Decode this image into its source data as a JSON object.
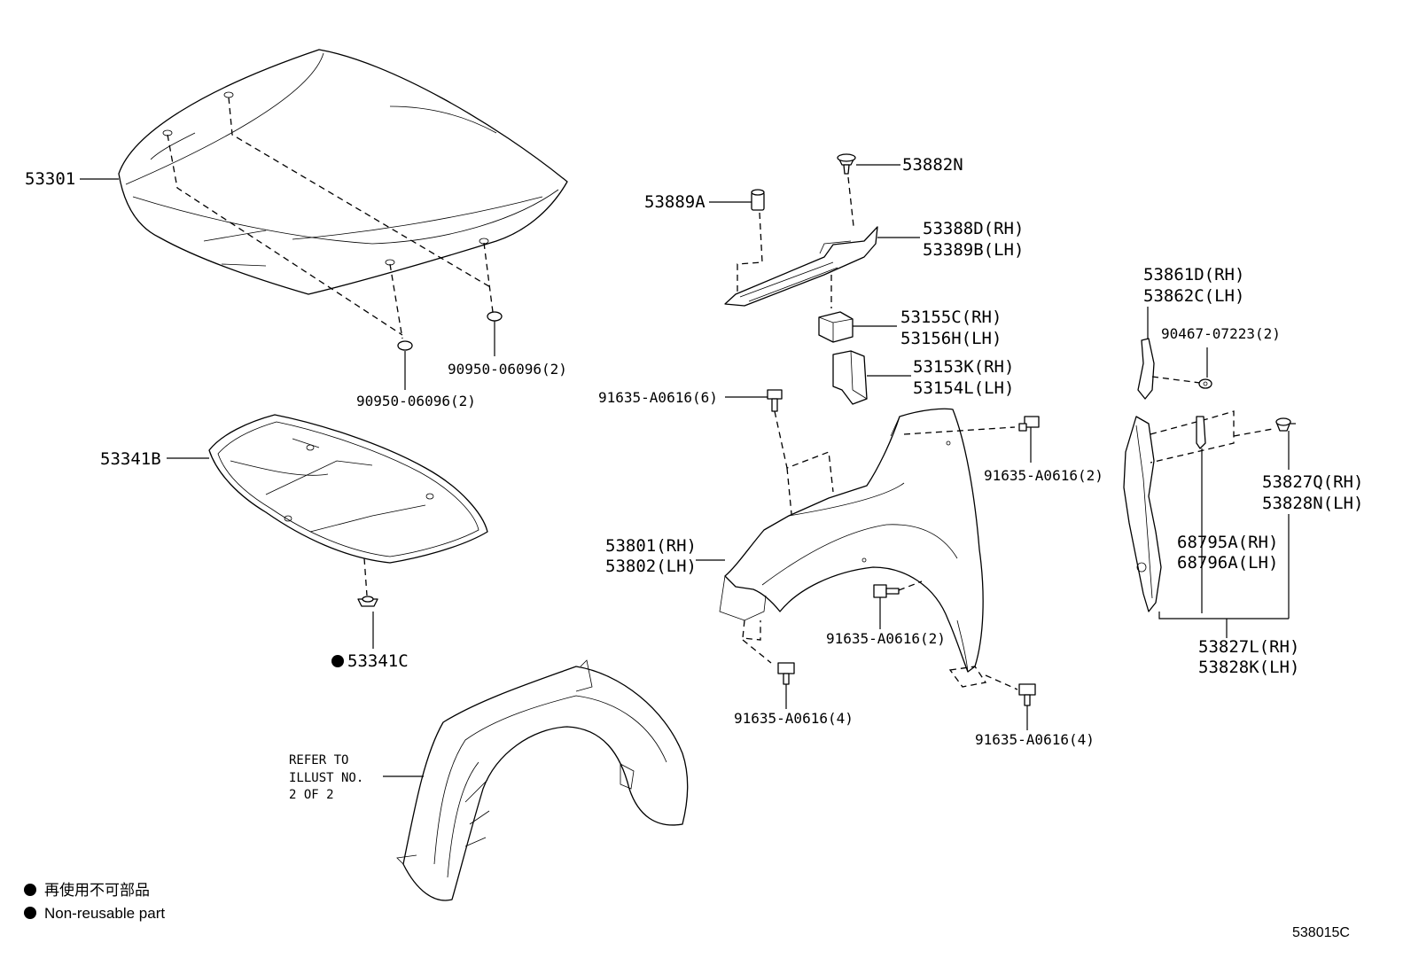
{
  "diagram": {
    "callouts": {
      "hood": "53301",
      "hood_cushion_right": "90950-06096(2)",
      "hood_cushion_left": "90950-06096(2)",
      "insulator": "53341B",
      "insulator_clip": "53341C",
      "cowl_clip": "53882N",
      "cushion": "53889A",
      "cowl_seal_rh": "53388D(RH)",
      "cowl_seal_lh": "53389B(LH)",
      "seal_a_rh": "53155C(RH)",
      "seal_a_lh": "53156H(LH)",
      "seal_b_rh": "53153K(RH)",
      "seal_b_lh": "53154L(LH)",
      "bolt_top": "91635-A0616(6)",
      "bolt_right": "91635-A0616(2)",
      "fender_rh": "53801(RH)",
      "fender_lh": "53802(LH)",
      "bolt_arch": "91635-A0616(2)",
      "bolt_front": "91635-A0616(4)",
      "bolt_rear": "91635-A0616(4)",
      "bracket_rh": "53861D(RH)",
      "bracket_lh": "53862C(LH)",
      "nut": "90467-07223(2)",
      "seal_c_rh": "53827Q(RH)",
      "seal_c_lh": "53828N(LH)",
      "protector_rh": "68795A(RH)",
      "protector_lh": "68796A(LH)",
      "seal_set_rh": "53827L(RH)",
      "seal_set_lh": "53828K(LH)"
    },
    "refer_note": [
      "REFER TO",
      "ILLUST NO.",
      "2 OF 2"
    ],
    "legend": {
      "line_cn": "再使用不可部品",
      "line_en": "Non-reusable part"
    },
    "illustration_code": "538015C"
  }
}
